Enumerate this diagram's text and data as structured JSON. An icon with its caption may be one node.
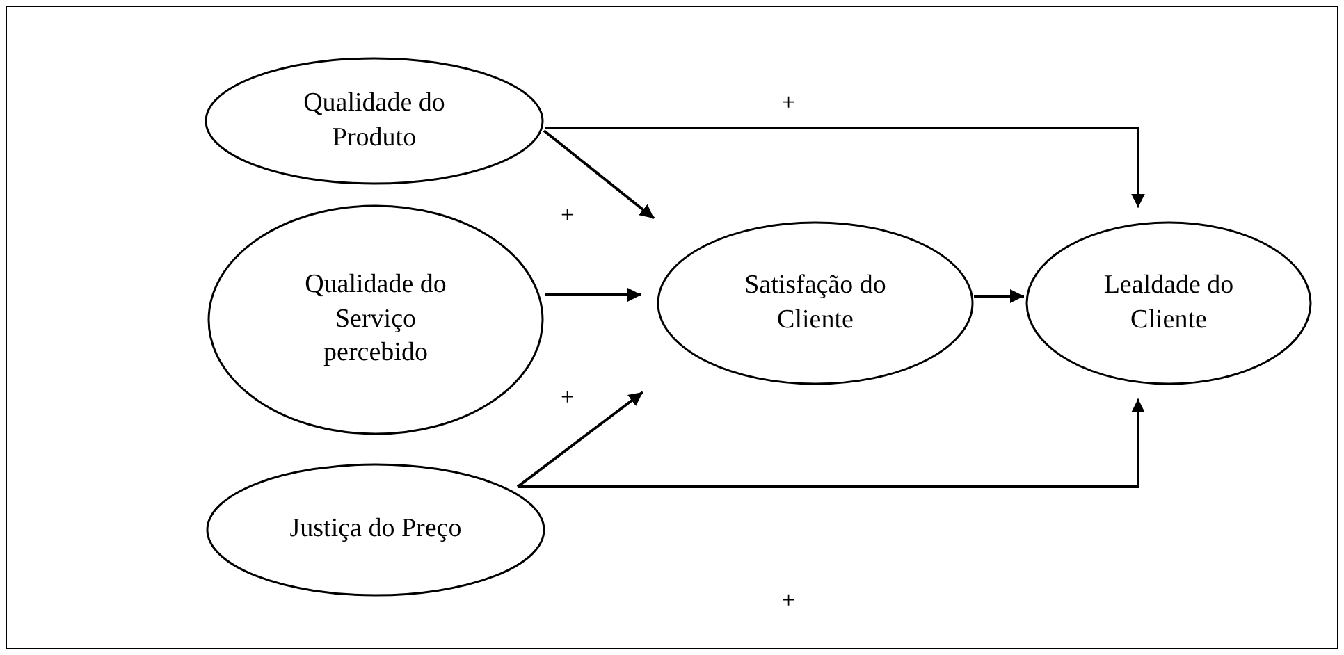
{
  "diagram": {
    "nodes": [
      {
        "text": [
          "Qualidade do Produto"
        ]
      },
      {
        "text": [
          "Qualidade do Serviço percebido"
        ]
      },
      {
        "text": [
          "Justiça do Preço"
        ]
      },
      {
        "text": [
          "Satisfação do Cliente"
        ]
      },
      {
        "text": [
          "Lealdade do Cliente"
        ]
      }
    ],
    "edges": [
      {
        "from": 0,
        "to": 4,
        "arrow": "to"
      },
      {
        "from": 0,
        "to": 3,
        "arrow": "to"
      },
      {
        "from": 1,
        "to": 3,
        "arrow": "to"
      },
      {
        "from": 2,
        "to": 3,
        "arrow": "to"
      },
      {
        "from": 3,
        "to": 4,
        "arrow": "to"
      },
      {
        "from": 2,
        "to": 4,
        "arrow": "to"
      }
    ],
    "labels": [
      "+",
      "+",
      "+",
      "+"
    ]
  }
}
